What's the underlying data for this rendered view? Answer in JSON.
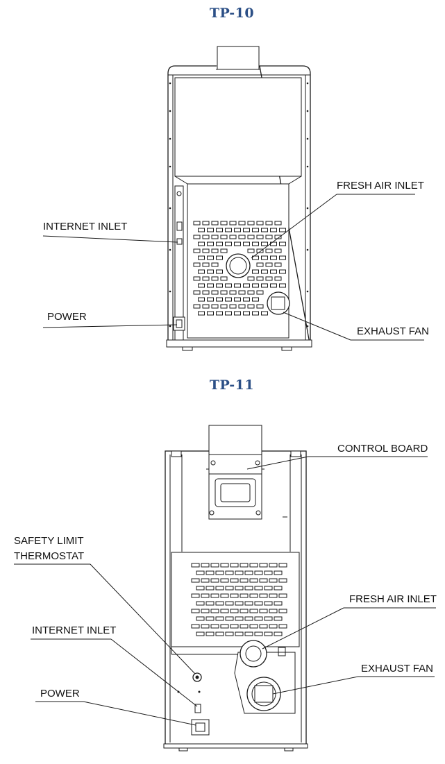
{
  "diagrams": [
    {
      "title": "TP-10",
      "labels": {
        "fresh_air_inlet": "FRESH AIR INLET",
        "internet_inlet": "INTERNET INLET",
        "power": "POWER",
        "exhaust_fan": "EXHAUST FAN"
      }
    },
    {
      "title": "TP-11",
      "labels": {
        "control_board": "CONTROL BOARD",
        "safety_limit_line1": "SAFETY LIMIT",
        "safety_limit_line2": "THERMOSTAT",
        "internet_inlet": "INTERNET INLET",
        "power": "POWER",
        "fresh_air_inlet": "FRESH AIR INLET",
        "exhaust_fan": "EXHAUST FAN"
      }
    }
  ],
  "colors": {
    "title": "#2b4f86",
    "line": "#1a1a1a"
  }
}
